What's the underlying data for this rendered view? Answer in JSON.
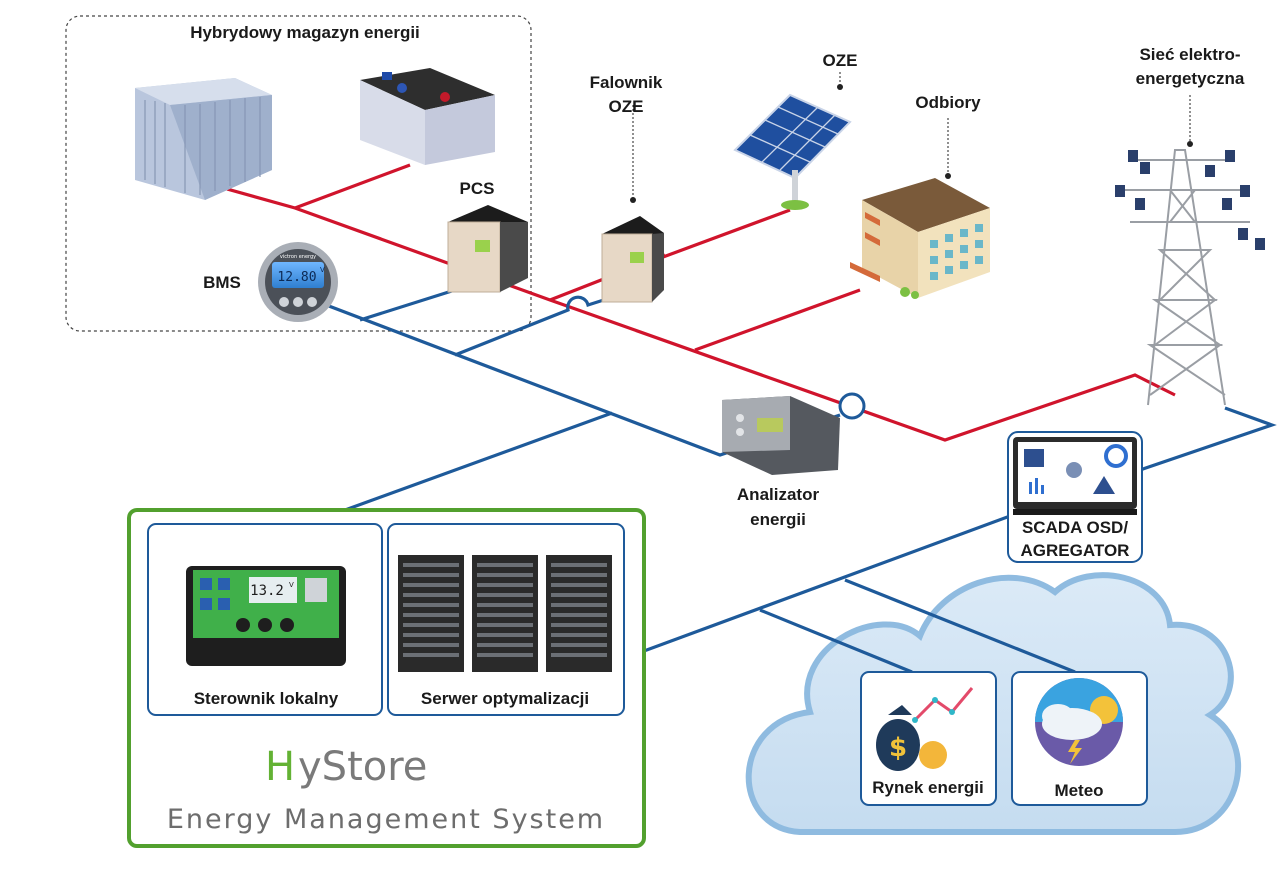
{
  "hybrid_storage": {
    "title": "Hybrydowy magazyn energii"
  },
  "labels": {
    "pcs": "PCS",
    "bms": "BMS",
    "inverter_line1": "Falownik",
    "inverter_line2": "OZE",
    "oze": "OZE",
    "loads": "Odbiory",
    "grid_line1": "Sieć elektro-",
    "grid_line2": "energetyczna",
    "analyzer_line1": "Analizator",
    "analyzer_line2": "energii",
    "scada_line1": "SCADA OSD/",
    "scada_line2": "AGREGATOR",
    "local_controller": "Sterownik lokalny",
    "optimization_server": "Serwer optymalizacji",
    "energy_market": "Rynek energii",
    "meteo": "Meteo"
  },
  "bms_display": {
    "reading": "12.80",
    "unit": "V",
    "brand": "victron energy"
  },
  "controller_display": {
    "reading": "13.2",
    "unit": "V"
  },
  "logo": {
    "letter": "H",
    "rest": "yStore",
    "subtitle": "Energy Management System"
  },
  "colors": {
    "power_line": "#d0142c",
    "data_line": "#1e5a9a",
    "ems_frame": "#52a02e",
    "cloud": "#9ec6e6"
  }
}
